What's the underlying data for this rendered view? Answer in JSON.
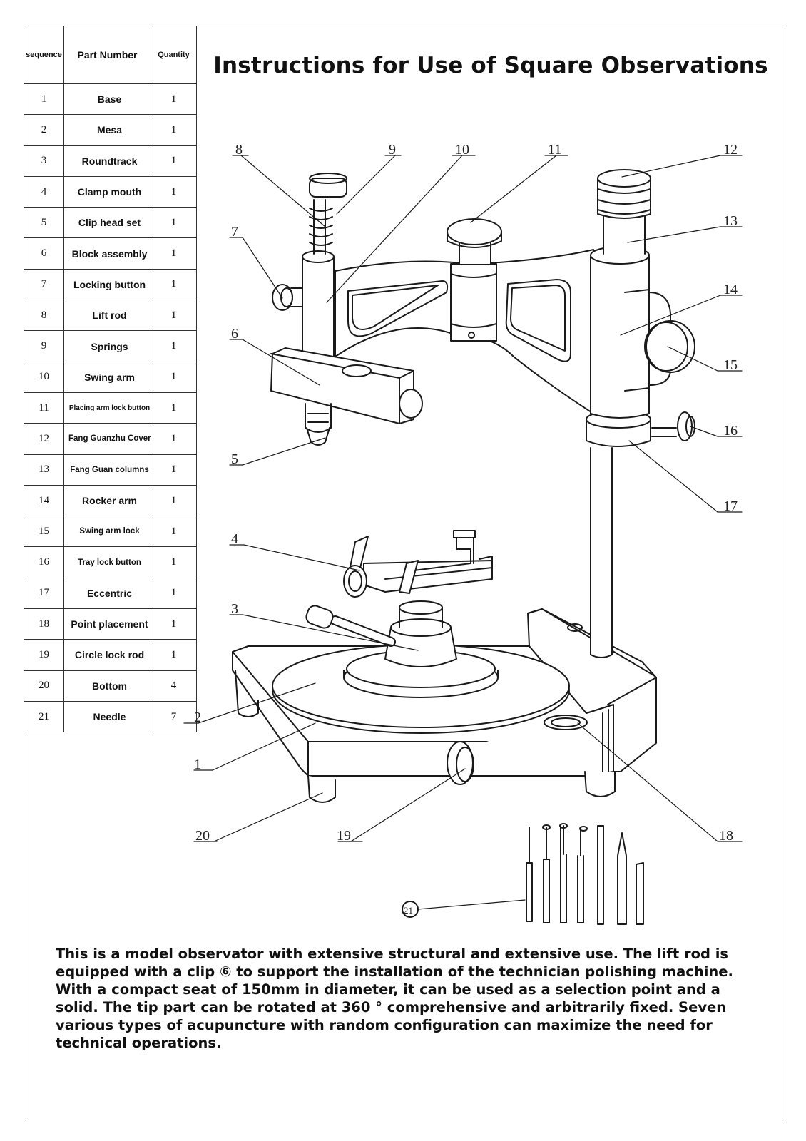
{
  "title": "Instructions for Use of Square Observations",
  "table": {
    "headers": {
      "sequence": "sequence",
      "part_number": "Part Number",
      "quantity": "Quantity"
    },
    "rows": [
      {
        "seq": "1",
        "name": "Base",
        "qty": "1"
      },
      {
        "seq": "2",
        "name": "Mesa",
        "qty": "1"
      },
      {
        "seq": "3",
        "name": "Roundtrack",
        "qty": "1"
      },
      {
        "seq": "4",
        "name": "Clamp mouth",
        "qty": "1"
      },
      {
        "seq": "5",
        "name": "Clip head set",
        "qty": "1"
      },
      {
        "seq": "6",
        "name": "Block assembly",
        "qty": "1"
      },
      {
        "seq": "7",
        "name": "Locking button",
        "qty": "1"
      },
      {
        "seq": "8",
        "name": "Lift rod",
        "qty": "1"
      },
      {
        "seq": "9",
        "name": "Springs",
        "qty": "1"
      },
      {
        "seq": "10",
        "name": "Swing arm",
        "qty": "1"
      },
      {
        "seq": "11",
        "name": "Placing arm lock button",
        "qty": "1"
      },
      {
        "seq": "12",
        "name": "Fang Guanzhu Cover",
        "qty": "1"
      },
      {
        "seq": "13",
        "name": "Fang Guan columns",
        "qty": "1"
      },
      {
        "seq": "14",
        "name": "Rocker arm",
        "qty": "1"
      },
      {
        "seq": "15",
        "name": "Swing arm lock",
        "qty": "1"
      },
      {
        "seq": "16",
        "name": "Tray lock button",
        "qty": "1"
      },
      {
        "seq": "17",
        "name": "Eccentric",
        "qty": "1"
      },
      {
        "seq": "18",
        "name": "Point placement",
        "qty": "1"
      },
      {
        "seq": "19",
        "name": "Circle lock rod",
        "qty": "1"
      },
      {
        "seq": "20",
        "name": "Bottom",
        "qty": "4"
      },
      {
        "seq": "21",
        "name": "Needle",
        "qty": "7"
      }
    ]
  },
  "callouts": {
    "c1": "1",
    "c2": "2",
    "c3": "3",
    "c4": "4",
    "c5": "5",
    "c6": "6",
    "c7": "7",
    "c8": "8",
    "c9": "9",
    "c10": "10",
    "c11": "11",
    "c12": "12",
    "c13": "13",
    "c14": "14",
    "c15": "15",
    "c16": "16",
    "c17": "17",
    "c18": "18",
    "c19": "19",
    "c20": "20",
    "c21": "21"
  },
  "description": "This is a model observator with extensive structural and extensive use. The lift rod is equipped with a clip ⑥ to support the installation of the technician polishing machine. With a compact seat of 150mm in diameter, it can be used as a selection point and a solid. The tip part can be rotated at 360 ° comprehensive and arbitrarily fixed. Seven various types of acupuncture with random configuration can maximize the need for technical operations."
}
